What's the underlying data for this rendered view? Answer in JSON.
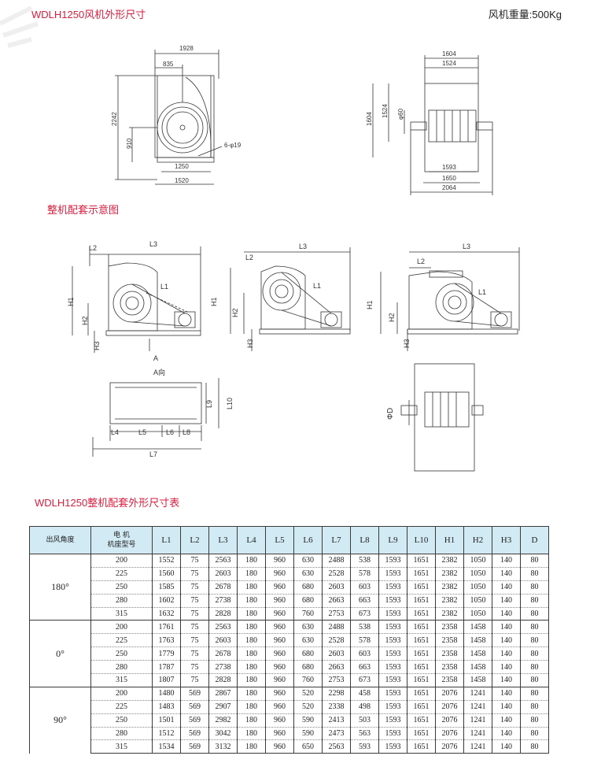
{
  "header": {
    "title": "WDLH1250风机外形尺寸",
    "weight": "风机重量:500Kg"
  },
  "section_assembly": "整机配套示意图",
  "section_table": "WDLH1250整机配套外形尺寸表",
  "colors": {
    "accent": "#d81e3f",
    "table_header": "#d2eaf3",
    "line": "#333333"
  },
  "drawing_outline": {
    "dims": [
      "1928",
      "835",
      "2242",
      "910",
      "1250",
      "1520",
      "6-φ19"
    ],
    "side_dims": [
      "1604",
      "1524",
      "1604",
      "1524",
      "φ60",
      "1593",
      "1650",
      "2064"
    ]
  },
  "drawing_assembly": {
    "labels": [
      "L2",
      "L3",
      "L1",
      "H1",
      "H2",
      "H3",
      "A",
      "A向"
    ],
    "plan_labels": [
      "L9",
      "L10",
      "L4",
      "L5",
      "L6",
      "L8",
      "L7"
    ],
    "shaft_label": "ΦD"
  },
  "table": {
    "headers": [
      "出风角度",
      "电  机\n机座型号",
      "L1",
      "L2",
      "L3",
      "L4",
      "L5",
      "L6",
      "L7",
      "L8",
      "L9",
      "L10",
      "H1",
      "H2",
      "H3",
      "D"
    ],
    "groups": [
      {
        "angle": "180°",
        "rows": [
          [
            "200",
            "1552",
            "75",
            "2563",
            "180",
            "960",
            "630",
            "2488",
            "538",
            "1593",
            "1651",
            "2382",
            "1050",
            "140",
            "80"
          ],
          [
            "225",
            "1560",
            "75",
            "2603",
            "180",
            "960",
            "630",
            "2528",
            "578",
            "1593",
            "1651",
            "2382",
            "1050",
            "140",
            "80"
          ],
          [
            "250",
            "1585",
            "75",
            "2678",
            "180",
            "960",
            "680",
            "2603",
            "603",
            "1593",
            "1651",
            "2382",
            "1050",
            "140",
            "80"
          ],
          [
            "280",
            "1602",
            "75",
            "2738",
            "180",
            "960",
            "680",
            "2663",
            "663",
            "1593",
            "1651",
            "2382",
            "1050",
            "140",
            "80"
          ],
          [
            "315",
            "1632",
            "75",
            "2828",
            "180",
            "960",
            "760",
            "2753",
            "673",
            "1593",
            "1651",
            "2382",
            "1050",
            "140",
            "80"
          ]
        ]
      },
      {
        "angle": "0°",
        "rows": [
          [
            "200",
            "1761",
            "75",
            "2563",
            "180",
            "960",
            "630",
            "2488",
            "538",
            "1593",
            "1651",
            "2358",
            "1458",
            "140",
            "80"
          ],
          [
            "225",
            "1763",
            "75",
            "2603",
            "180",
            "960",
            "630",
            "2528",
            "578",
            "1593",
            "1651",
            "2358",
            "1458",
            "140",
            "80"
          ],
          [
            "250",
            "1779",
            "75",
            "2678",
            "180",
            "960",
            "680",
            "2603",
            "603",
            "1593",
            "1651",
            "2358",
            "1458",
            "140",
            "80"
          ],
          [
            "280",
            "1787",
            "75",
            "2738",
            "180",
            "960",
            "680",
            "2663",
            "663",
            "1593",
            "1651",
            "2358",
            "1458",
            "140",
            "80"
          ],
          [
            "315",
            "1807",
            "75",
            "2828",
            "180",
            "960",
            "760",
            "2753",
            "673",
            "1593",
            "1651",
            "2358",
            "1458",
            "140",
            "80"
          ]
        ]
      },
      {
        "angle": "90°",
        "rows": [
          [
            "200",
            "1480",
            "569",
            "2867",
            "180",
            "960",
            "520",
            "2298",
            "458",
            "1593",
            "1651",
            "2076",
            "1241",
            "140",
            "80"
          ],
          [
            "225",
            "1483",
            "569",
            "2907",
            "180",
            "960",
            "520",
            "2338",
            "498",
            "1593",
            "1651",
            "2076",
            "1241",
            "140",
            "80"
          ],
          [
            "250",
            "1501",
            "569",
            "2982",
            "180",
            "960",
            "590",
            "2413",
            "503",
            "1593",
            "1651",
            "2076",
            "1241",
            "140",
            "80"
          ],
          [
            "280",
            "1512",
            "569",
            "3042",
            "180",
            "960",
            "590",
            "2473",
            "563",
            "1593",
            "1651",
            "2076",
            "1241",
            "140",
            "80"
          ],
          [
            "315",
            "1534",
            "569",
            "3132",
            "180",
            "960",
            "650",
            "2563",
            "593",
            "1593",
            "1651",
            "2076",
            "1241",
            "140",
            "80"
          ]
        ]
      }
    ]
  }
}
